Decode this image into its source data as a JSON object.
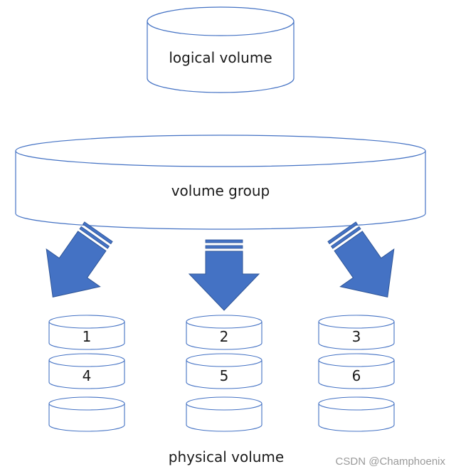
{
  "logical_volume": {
    "label": "logical volume"
  },
  "volume_group": {
    "label": "volume group"
  },
  "physical_disks": [
    {
      "label": "1"
    },
    {
      "label": "2"
    },
    {
      "label": "3"
    },
    {
      "label": "4"
    },
    {
      "label": "5"
    },
    {
      "label": "6"
    },
    {
      "label": ""
    },
    {
      "label": ""
    },
    {
      "label": ""
    }
  ],
  "physical_volume": {
    "label": "physical volume"
  },
  "watermark": "CSDN @Champhoenix",
  "colors": {
    "outline": "#4472c4",
    "arrow_fill": "#4472c4",
    "arrow_stroke": "#2f5597",
    "background": "#ffffff"
  }
}
